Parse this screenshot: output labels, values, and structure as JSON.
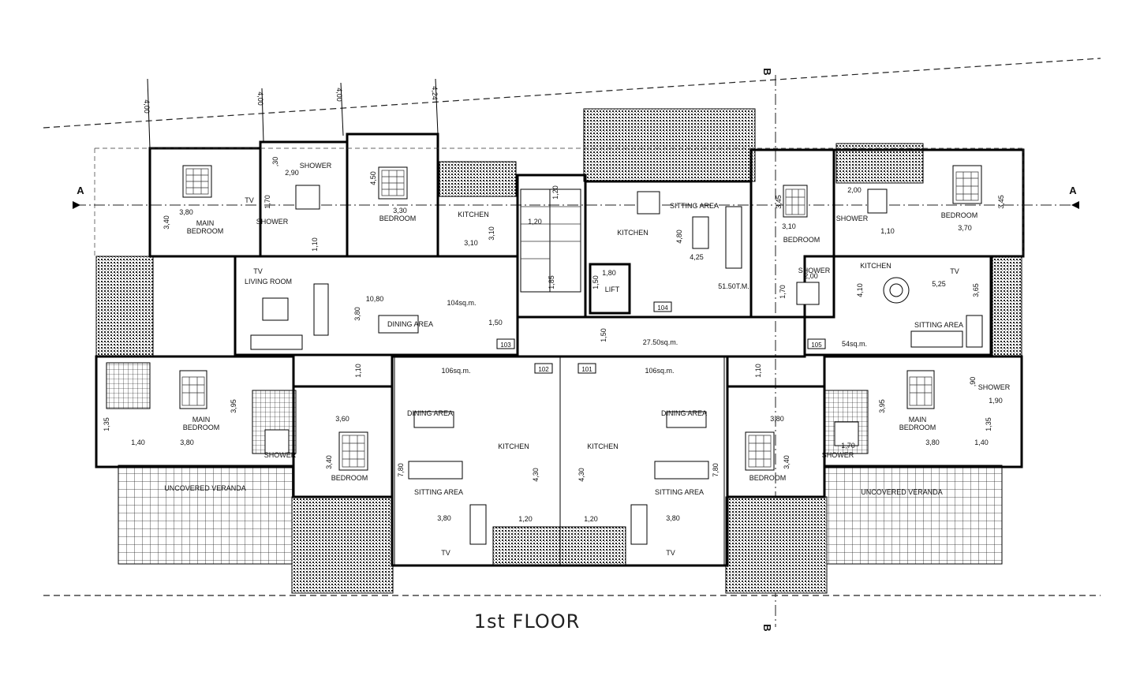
{
  "plan_title": "1st FLOOR",
  "section_marks": {
    "a_left": "A",
    "a_right": "A",
    "b_top": "B",
    "b_bottom": "B"
  },
  "setbacks": [
    "4,00",
    "4,00",
    "4,00",
    "4,24"
  ],
  "rooms": {
    "main_bedroom_tl": "MAIN\nBEDROOM",
    "bedroom_top": "BEDROOM",
    "kitchen_top_left": "KITCHEN",
    "living_room": "LIVING ROOM",
    "dining_area_left": "DINING AREA",
    "shower_tl1": "SHOWER",
    "shower_tl2": "SHOWER",
    "lift": "LIFT",
    "kitchen_center": "KITCHEN",
    "sitting_area_center": "SITTING AREA",
    "bedroom_center_right": "BEDROOM",
    "shower_center_right": "SHOWER",
    "kitchen_right": "KITCHEN",
    "bedroom_tr": "BEDROOM",
    "shower_tr": "SHOWER",
    "sitting_area_right": "SITTING AREA",
    "main_bedroom_bl": "MAIN\nBEDROOM",
    "shower_bl": "SHOWER",
    "bedroom_bl": "BEDROOM",
    "dining_area_bl": "DINING AREA",
    "kitchen_bl": "KITCHEN",
    "sitting_area_bl": "SITTING AREA",
    "uncovered_veranda_left": "UNCOVERED VERANDA",
    "kitchen_br": "KITCHEN",
    "dining_area_br": "DINING AREA",
    "sitting_area_br": "SITTING AREA",
    "bedroom_br": "BEDROOM",
    "shower_br": "SHOWER",
    "main_bedroom_br": "MAIN\nBEDROOM",
    "shower_br2": "SHOWER",
    "uncovered_veranda_right": "UNCOVERED VERANDA"
  },
  "tv_labels": [
    "TV",
    "TV",
    "TV",
    "TV",
    "TV"
  ],
  "areas": {
    "apt_top_left": "104sq.m.",
    "apt_top_center": "51.50T.M.",
    "corridor": "27.50sq.m.",
    "apt_top_right": "54sq.m.",
    "apt_bottom_left": "106sq.m.",
    "apt_bottom_right": "106sq.m."
  },
  "unit_numbers": [
    "103",
    "104",
    "105",
    "102",
    "101"
  ],
  "dimensions": {
    "d1": "3,80",
    "d2": "3,40",
    "d3": "2,90",
    "d4": ",30",
    "d5": "1,70",
    "d6": "1,10",
    "d7": "4,50",
    "d8": "3,30",
    "d9": "3,10",
    "d10": "3,10",
    "d11": "1,20",
    "d12": "1,20",
    "d13": "10,80",
    "d14": "3,80",
    "d15": "1,50",
    "d16": "1,85",
    "d17": "1,80",
    "d18": "1,50",
    "d19": "4,80",
    "d20": "4,25",
    "d21": "1,50",
    "d22": "3,45",
    "d23": "3,10",
    "d24": "2,00",
    "d25": "2,00",
    "d26": "1,70",
    "d27": "1,10",
    "d28": "3,70",
    "d29": "4,10",
    "d30": "5,25",
    "d31": "3,65",
    "d32": "1,10",
    "d33": "3,95",
    "d34": "1,35",
    "d35": "1,40",
    "d36": "3,80",
    "d37": "3,60",
    "d38": "3,40",
    "d39": "7,80",
    "d40": "4,30",
    "d41": "3,80",
    "d42": "1,20",
    "d43": "4,30",
    "d44": "1,20",
    "d45": "3,80",
    "d46": "7,80",
    "d47": "3,80",
    "d48": "3,40",
    "d49": "1,10",
    "d50": "1,70",
    "d51": "3,95",
    "d52": "3,80",
    "d53": "1,40",
    "d54": "1,35",
    "d55": ",90",
    "d56": "1,90",
    "d57": "3,45"
  }
}
